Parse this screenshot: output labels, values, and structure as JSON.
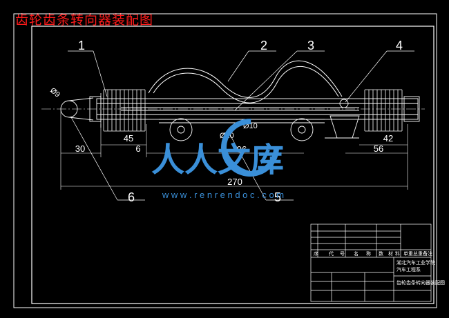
{
  "title": "齿轮齿条转向器装配图",
  "part_labels": [
    "1",
    "2",
    "3",
    "4",
    "5",
    "6"
  ],
  "dimensions": {
    "d_hole": "Ø9",
    "d_small": "Ø10",
    "d_mid": "Ø20",
    "len_45": "45",
    "len_30": "30",
    "len_96": "96",
    "len_42": "42",
    "len_56": "56",
    "len_6": "6",
    "len_total": "270"
  },
  "watermark": {
    "brand": "人人文库",
    "url": "w w w . r e n r e n d o c . c o m"
  },
  "title_block": {
    "col_headers": [
      "序",
      "代",
      "号",
      "名",
      "称",
      "数",
      "材",
      "料",
      "单重",
      "总重",
      "备注"
    ],
    "school": "湖北汽车工业学院",
    "dept": "汽车工程系",
    "drawing_name": "齿轮齿条转向器装配图"
  },
  "colors": {
    "line": "#ffffff",
    "center_line": "#ffffff",
    "title": "#ff1a1a",
    "watermark": "#3a8fd8"
  }
}
